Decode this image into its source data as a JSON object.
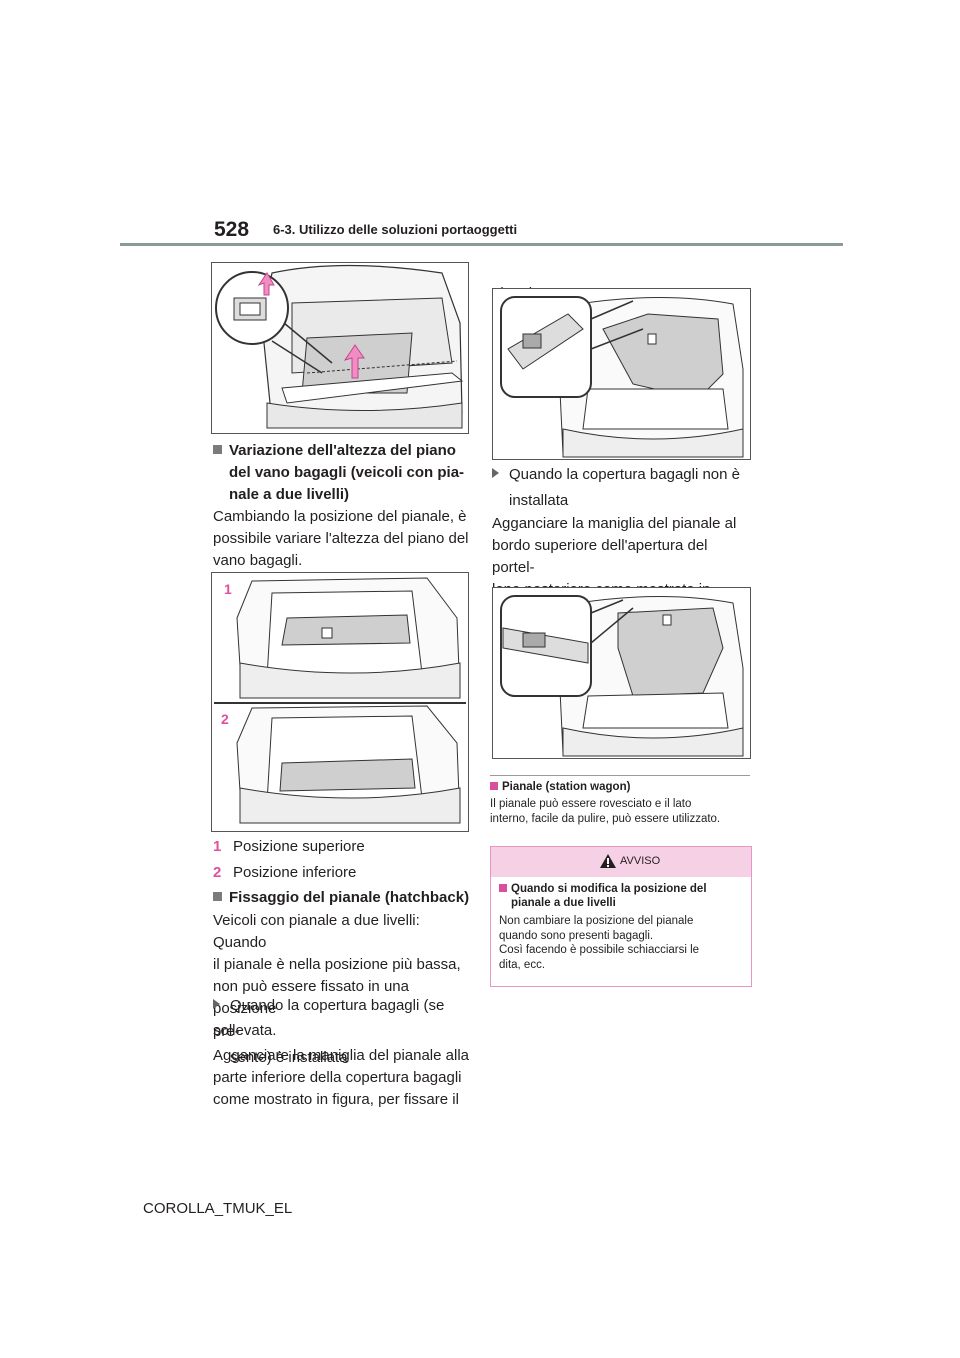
{
  "header": {
    "page_number": "528",
    "section_title": "6-3. Utilizzo delle soluzioni portaoggetti"
  },
  "left_column": {
    "heading_1": {
      "line1": "Variazione dell'altezza del piano",
      "line2": "del vano bagagli (veicoli con pia-",
      "line3": "nale a due livelli)"
    },
    "para_1": {
      "line1": "Cambiando la posizione del pianale, è",
      "line2": "possibile variare l'altezza del piano del",
      "line3": "vano bagagli."
    },
    "figure_2_label_1": "1",
    "figure_2_label_2": "2",
    "legend": [
      {
        "num": "1",
        "text": "Posizione superiore"
      },
      {
        "num": "2",
        "text": "Posizione inferiore"
      }
    ],
    "heading_2": "Fissaggio del pianale (hatchback)",
    "para_2": {
      "line1": "Veicoli con pianale a due livelli: Quando",
      "line2": "il pianale è nella posizione più bassa,",
      "line3": "non può essere fissato in una posizione",
      "line4": "sollevata."
    },
    "arrow_item_1": {
      "line1": "Quando la copertura bagagli (se pre-",
      "line2": "sente) è installata"
    },
    "para_3": {
      "line1": "Agganciare la maniglia del pianale alla",
      "line2": "parte inferiore della copertura bagagli",
      "line3": "come mostrato in figura, per fissare il"
    }
  },
  "right_column": {
    "para_3_cont": "pianale.",
    "arrow_item_2": {
      "line1": "Quando la copertura bagagli non è",
      "line2": "installata"
    },
    "para_4": {
      "line1": "Agganciare la maniglia del pianale al",
      "line2": "bordo superiore dell'apertura del portel-",
      "line3": "lone posteriore come mostrato in figura."
    },
    "heading_3": "Pianale (station wagon)",
    "para_5": {
      "line1": "Il pianale può essere rovesciato e il lato",
      "line2": "interno, facile da pulire, può essere utilizzato."
    },
    "warning": {
      "label": "AVVISO",
      "heading_line1": "Quando si modifica la posizione del",
      "heading_line2": "pianale a due livelli",
      "text_line1": "Non cambiare la posizione del pianale",
      "text_line2": "quando sono presenti bagagli.",
      "text_line3": "Così facendo è possibile schiacciarsi le",
      "text_line4": "dita, ecc."
    }
  },
  "footer": {
    "doc_id": "COROLLA_TMUK_EL"
  },
  "colors": {
    "accent_pink": "#e0509b",
    "warning_bg": "#f6d1e6",
    "header_rule": "#8a9a94"
  }
}
